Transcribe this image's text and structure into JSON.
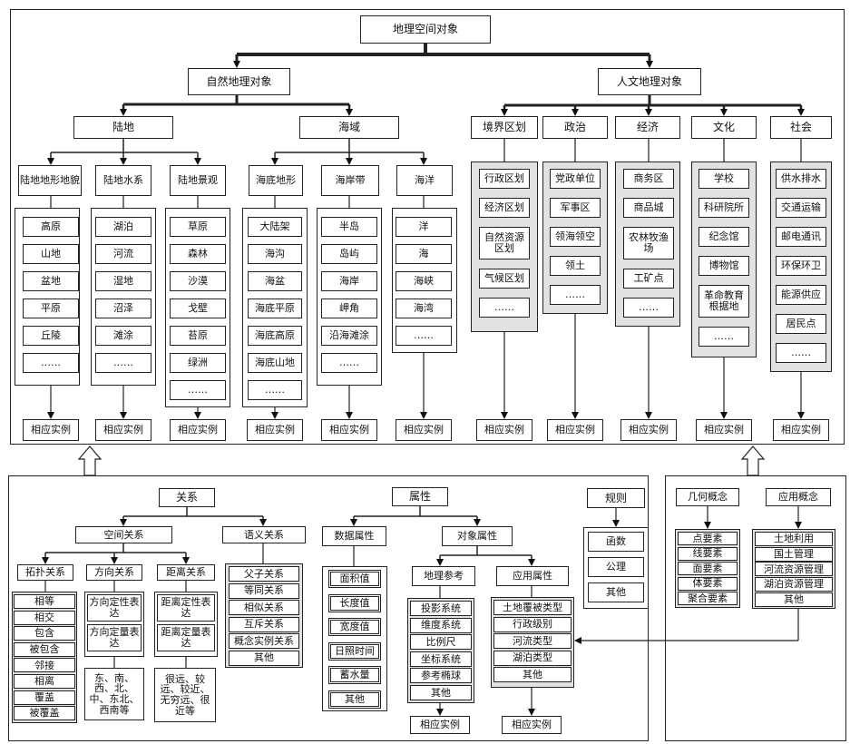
{
  "top": {
    "root": "地理空间对象",
    "natural": "自然地理对象",
    "human": "人文地理对象"
  },
  "land": {
    "title": "陆地",
    "groups": [
      {
        "title": "陆地地形地貌",
        "items": [
          "高原",
          "山地",
          "盆地",
          "平原",
          "丘陵",
          "……"
        ]
      },
      {
        "title": "陆地水系",
        "items": [
          "湖泊",
          "河流",
          "湿地",
          "沼泽",
          "滩涂",
          "……"
        ]
      },
      {
        "title": "陆地景观",
        "items": [
          "草原",
          "森林",
          "沙漠",
          "戈壁",
          "苔原",
          "绿洲",
          "……"
        ]
      }
    ]
  },
  "sea": {
    "title": "海域",
    "groups": [
      {
        "title": "海底地形",
        "items": [
          "大陆架",
          "海沟",
          "海盆",
          "海底平原",
          "海底高原",
          "海底山地",
          "……"
        ]
      },
      {
        "title": "海岸带",
        "items": [
          "半岛",
          "岛屿",
          "海岸",
          "岬角",
          "沿海滩涂",
          "……"
        ]
      },
      {
        "title": "海洋",
        "items": [
          "洋",
          "海",
          "海峡",
          "海湾",
          "……"
        ]
      }
    ]
  },
  "human_groups": [
    {
      "title": "境界区划",
      "items": [
        "行政区划",
        "经济区划",
        "自然资源区划",
        "气候区划",
        "……"
      ]
    },
    {
      "title": "政治",
      "items": [
        "党政单位",
        "军事区",
        "领海领空",
        "领土",
        "……"
      ]
    },
    {
      "title": "经济",
      "items": [
        "商务区",
        "商品城",
        "农林牧渔场",
        "工矿点",
        "……"
      ]
    },
    {
      "title": "文化",
      "items": [
        "学校",
        "科研院所",
        "纪念馆",
        "博物馆",
        "革命教育根据地",
        "……"
      ]
    },
    {
      "title": "社会",
      "items": [
        "供水排水",
        "交通运输",
        "邮电通讯",
        "环保环卫",
        "能源供应",
        "居民点",
        "……"
      ]
    }
  ],
  "instance_label": "相应实例",
  "relation": {
    "title": "关系",
    "spatial": {
      "title": "空间关系",
      "topo": {
        "title": "拓扑关系",
        "items": [
          "相等",
          "相交",
          "包含",
          "被包含",
          "邻接",
          "相离",
          "覆盖",
          "被覆盖"
        ]
      },
      "direction": {
        "title": "方向关系",
        "items": [
          "方向定性表达",
          "方向定量表达"
        ],
        "note": "东、南、西、北、中、东北、西南等"
      },
      "distance": {
        "title": "距离关系",
        "items": [
          "距离定性表达",
          "距离定量表达"
        ],
        "note": "很远、较远、较近、无穷远、很近等"
      }
    },
    "semantic": {
      "title": "语义关系",
      "items": [
        "父子关系",
        "等同关系",
        "相似关系",
        "互斥关系",
        "概念实例关系",
        "其他"
      ]
    }
  },
  "attribute": {
    "title": "属性",
    "data": {
      "title": "数据属性",
      "items": [
        "面积值",
        "长度值",
        "宽度值",
        "日照时间",
        "蓄水量",
        "其他"
      ]
    },
    "object": {
      "title": "对象属性",
      "georef": {
        "title": "地理参考",
        "items": [
          "投影系统",
          "维度系统",
          "比例尺",
          "坐标系统",
          "参考椭球",
          "其他"
        ]
      },
      "app": {
        "title": "应用属性",
        "items": [
          "土地覆被类型",
          "行政级别",
          "河流类型",
          "湖泊类型",
          "其他"
        ]
      }
    }
  },
  "rules": {
    "title": "规则",
    "items": [
      "函数",
      "公理",
      "其他"
    ]
  },
  "geometry": {
    "title": "几何概念",
    "items": [
      "点要素",
      "线要素",
      "面要素",
      "体要素",
      "聚合要素"
    ]
  },
  "application": {
    "title": "应用概念",
    "items": [
      "土地利用",
      "国土管理",
      "河流资源管理",
      "湖泊资源管理",
      "其他"
    ]
  }
}
